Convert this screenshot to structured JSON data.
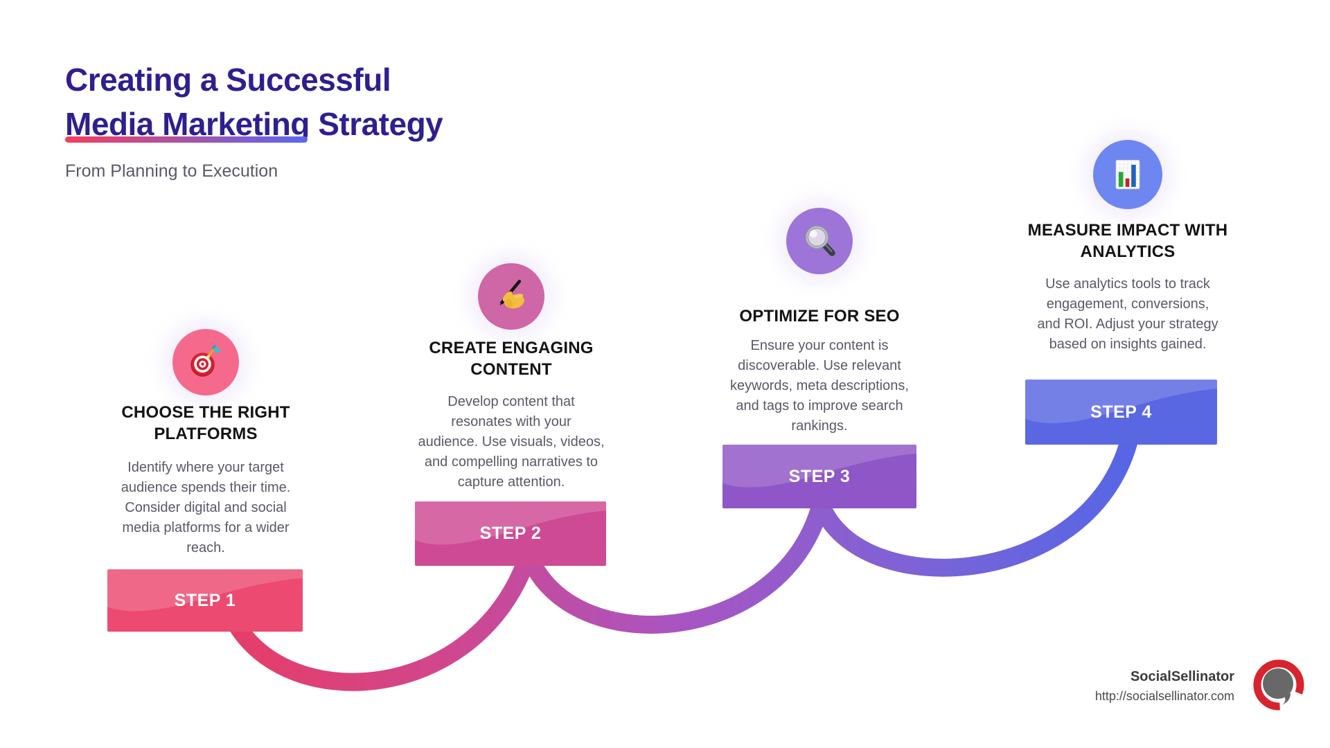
{
  "header": {
    "title": "Creating a Successful\nMedia Marketing Strategy",
    "subtitle": "From Planning to Execution"
  },
  "steps": [
    {
      "banner": "STEP 1",
      "title": "CHOOSE THE RIGHT\nPLATFORMS",
      "description": "Identify where your target\naudience spends their time.\nConsider digital and social\nmedia platforms for a wider\nreach.",
      "icon": "target-icon",
      "accent_color": "#ec4a70",
      "circle_color": "#f5698d"
    },
    {
      "banner": "STEP 2",
      "title": "CREATE ENGAGING\nCONTENT",
      "description": "Develop content that\nresonates with your\naudience. Use visuals, videos,\nand compelling narratives to\ncapture attention.",
      "icon": "writing-hand-icon",
      "accent_color": "#ce4a94",
      "circle_color": "#cf66a6"
    },
    {
      "banner": "STEP 3",
      "title": "OPTIMIZE FOR SEO",
      "description": "Ensure your content is\ndiscoverable. Use relevant\nkeywords, meta descriptions,\nand tags to improve search\nrankings.",
      "icon": "magnifier-icon",
      "accent_color": "#8e56c6",
      "circle_color": "#9d74d8"
    },
    {
      "banner": "STEP 4",
      "title": "MEASURE IMPACT WITH\nANALYTICS",
      "description": "Use analytics tools to track\nengagement, conversions,\nand ROI. Adjust your strategy\nbased on insights gained.",
      "icon": "bar-chart-icon",
      "accent_color": "#5a67e2",
      "circle_color": "#6e86ef"
    }
  ],
  "footer": {
    "brand": "SocialSellinator",
    "url": "http://socialsellinator.com"
  },
  "colors": {
    "title": "#2e1f8f",
    "body_text": "#5b5767",
    "underline_start": "#f43f5e",
    "underline_end": "#5968f2",
    "connector_gradient": [
      "#e63d67",
      "#cf4790",
      "#a855c2",
      "#7d63d6",
      "#5566e6"
    ]
  }
}
